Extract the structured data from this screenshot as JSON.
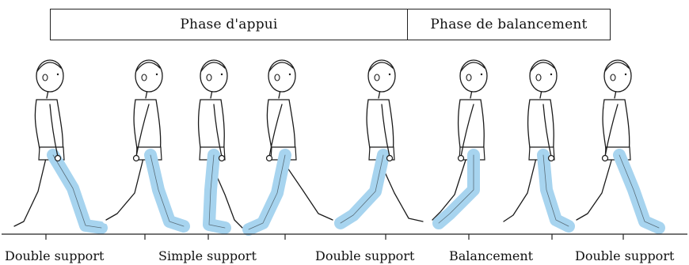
{
  "phases": {
    "stance_label": "Phase d'appui",
    "swing_label": "Phase de balancement"
  },
  "leg_color": "#a7d4ef",
  "outline_color": "#1a1a1a",
  "figure_count": 8,
  "gait_labels": [
    "Double support",
    "Simple support",
    "Double support",
    "Balancement",
    "Double support"
  ]
}
